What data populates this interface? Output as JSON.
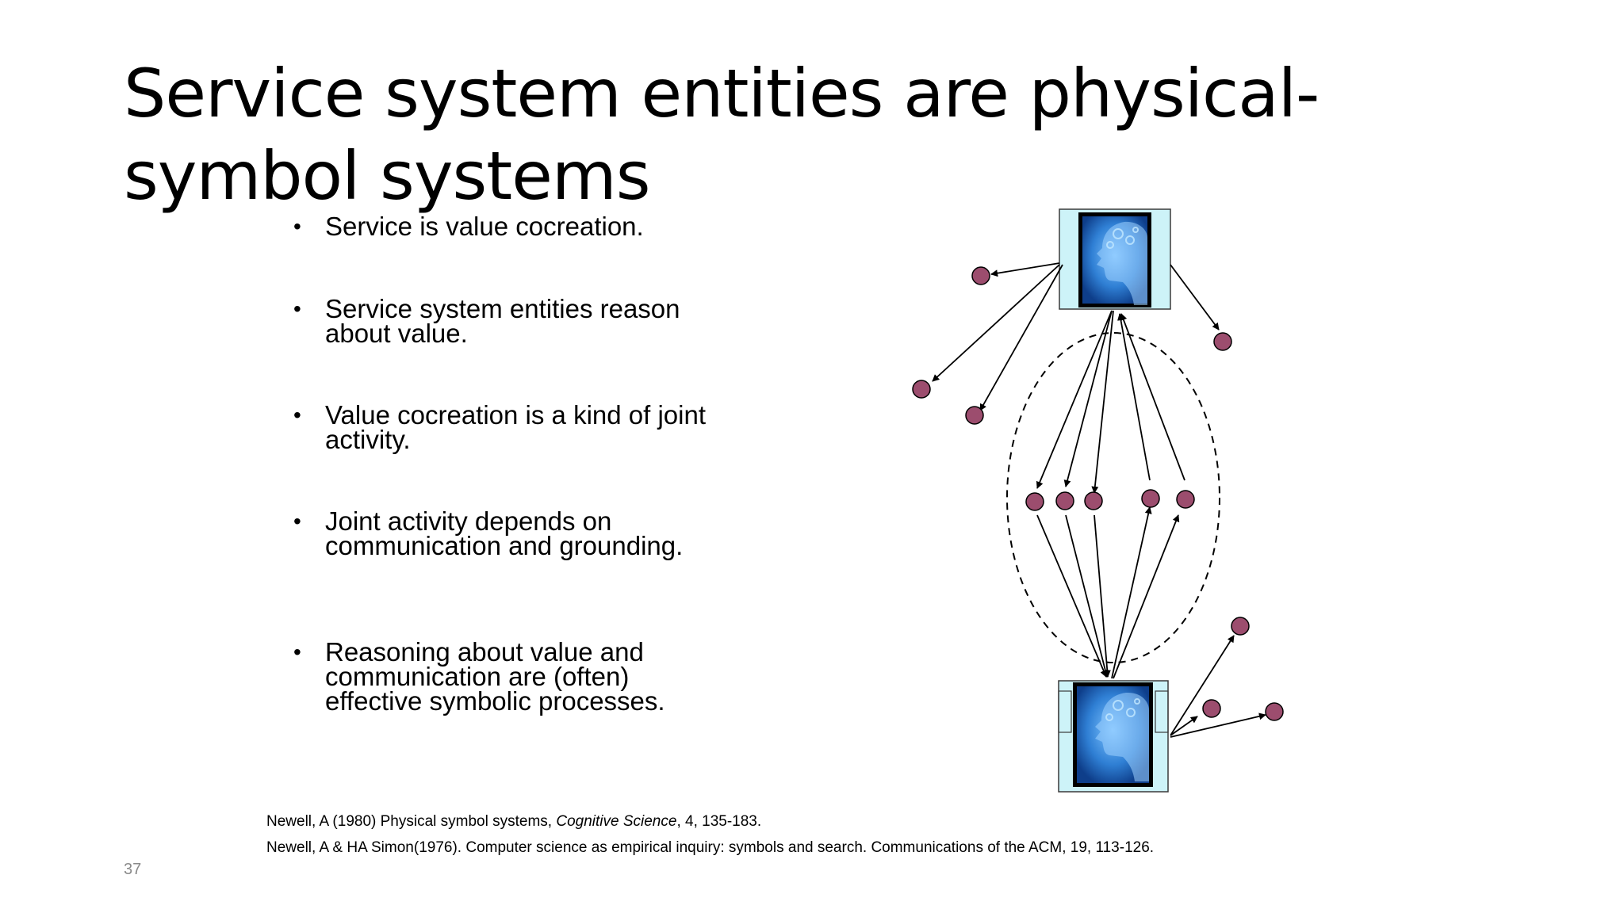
{
  "slide": {
    "title": "Service system entities are physical-symbol systems",
    "page_number": "37"
  },
  "bullets": [
    "Service is value cocreation.",
    "Service system entities reason about value.",
    "Value cocreation is a kind of joint activity.",
    "Joint activity depends on communication and grounding.",
    "Reasoning about value and communication are (often) effective symbolic processes."
  ],
  "references": [
    {
      "before": "Newell, A (1980) Physical symbol systems, ",
      "italic": "Cognitive Science",
      "after": ", 4, 135-183."
    },
    {
      "before": "Newell, A & HA Simon(1976). Computer science as empirical inquiry: symbols and search. Communications of the ACM, 19, 113-126.",
      "italic": "",
      "after": ""
    }
  ],
  "diagram": {
    "entity_frame_color": "#cdf3f8",
    "head_color": "#3a86d6",
    "symbol_color": "#9c4d6e",
    "entities": [
      "top-entity",
      "bottom-entity"
    ]
  }
}
